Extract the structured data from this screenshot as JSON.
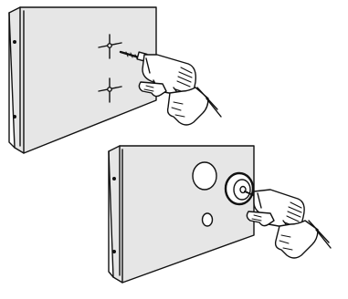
{
  "figure": {
    "panels": [
      {
        "step": "mark-and-drill-pilot-holes",
        "tool": "power-drill",
        "markers": 2
      },
      {
        "step": "cut-hole-with-hole-saw",
        "tool": "power-drill-with-hole-saw",
        "holes": 2
      }
    ],
    "colors": {
      "panel_fill": "#e6e6e6",
      "line": "#111111",
      "drill_body": "#ffffff",
      "hole_fill": "#ffffff"
    }
  }
}
